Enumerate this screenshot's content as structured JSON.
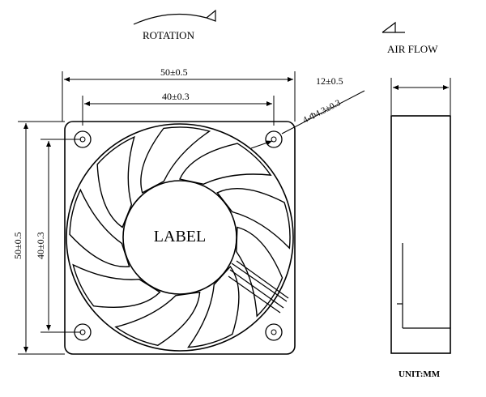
{
  "rotation_label": "ROTATION",
  "airflow_label": "AIR FLOW",
  "label_text": "LABEL",
  "unit_label": "UNIT:MM",
  "dims": {
    "overall_width": "50±0.5",
    "hole_spacing_x": "40±0.3",
    "overall_height": "50±0.5",
    "hole_spacing_y": "40±0.3",
    "thickness": "12±0.5",
    "hole_callout": "4-Φ4.3±0.3"
  }
}
